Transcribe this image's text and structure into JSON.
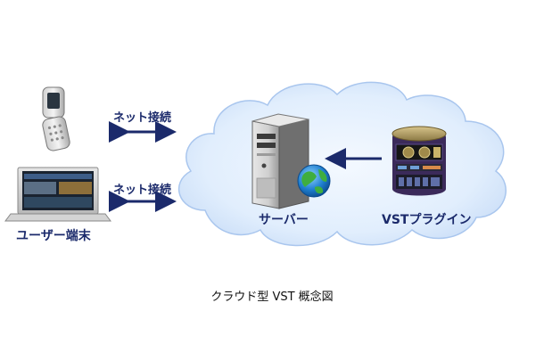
{
  "labels": {
    "net_connection_top": "ネット接続",
    "net_connection_bottom": "ネット接続",
    "user_terminal": "ユーザー端末",
    "server": "サーバー",
    "vst_plugin": "VSTプラグイン"
  },
  "caption": "クラウド型 VST 概念図",
  "icons": [
    "flip-phone-icon",
    "laptop-icon",
    "server-tower-icon",
    "globe-icon",
    "audio-plugin-icon"
  ],
  "colors": {
    "arrow": "#1b2a6b",
    "label_text": "#1b2a6b",
    "cloud_fill": "#dbe9fb",
    "cloud_edge": "#9fbde8"
  }
}
